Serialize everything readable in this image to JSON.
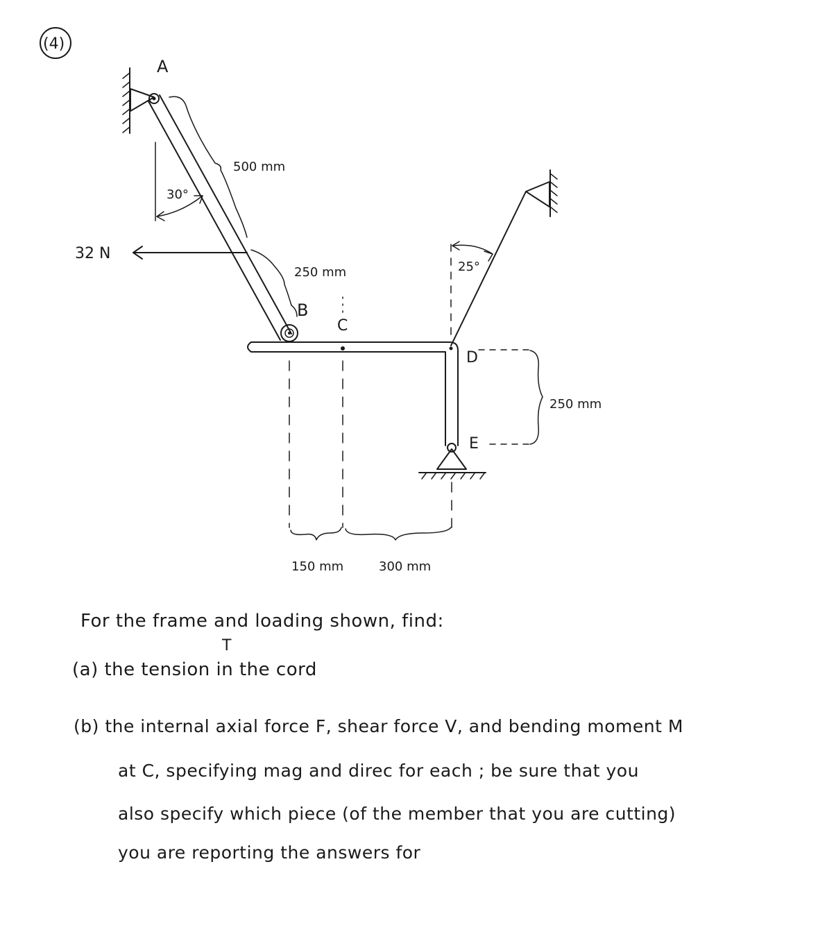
{
  "problem_number": "(4)",
  "points": {
    "A": "A",
    "B": "B",
    "C": "C",
    "D": "D",
    "E": "E"
  },
  "dimensions": {
    "ab_upper": "500 mm",
    "ab_lower": "250 mm",
    "de_height": "250 mm",
    "span_left": "150 mm",
    "span_right": "300 mm"
  },
  "angles": {
    "member_angle": "30°",
    "cord_angle": "25°"
  },
  "load": {
    "label": "32 N"
  },
  "problem_text": {
    "intro": "For the frame and loading shown, find:",
    "part_a_T_mark": "T",
    "part_a": "(a) the tension in the cord",
    "part_b_line1": "(b) the internal axial force F, shear force V, and bending moment M",
    "part_b_line2": "at C, specifying mag and direc for each ; be sure that you",
    "part_b_line3": "also specify which piece (of the member that you are cutting)",
    "part_b_line4": "you are reporting the answers for"
  },
  "colors": {
    "ink": "#1a1a1a",
    "paper": "#ffffff"
  }
}
